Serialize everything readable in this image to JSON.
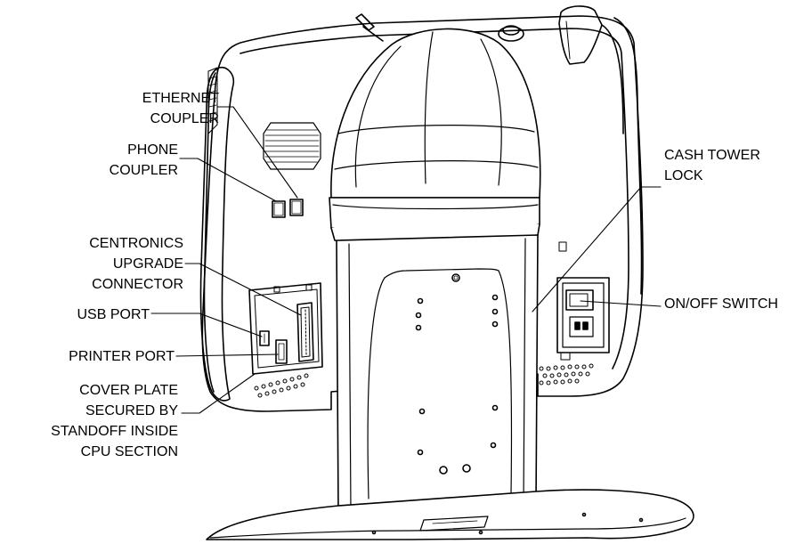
{
  "labels": {
    "ethernet_coupler": [
      "ETHERNET",
      "COUPLER"
    ],
    "phone_coupler": [
      "PHONE",
      "COUPLER"
    ],
    "centronics": [
      "CENTRONICS",
      "UPGRADE",
      "CONNECTOR"
    ],
    "usb_port": "USB PORT",
    "printer_port": "PRINTER PORT",
    "cover_plate": [
      "COVER PLATE",
      "SECURED BY",
      "STANDOFF INSIDE",
      "CPU SECTION"
    ],
    "cash_tower_lock": [
      "CASH TOWER",
      "LOCK"
    ],
    "on_off_switch": "ON/OFF SWITCH"
  }
}
